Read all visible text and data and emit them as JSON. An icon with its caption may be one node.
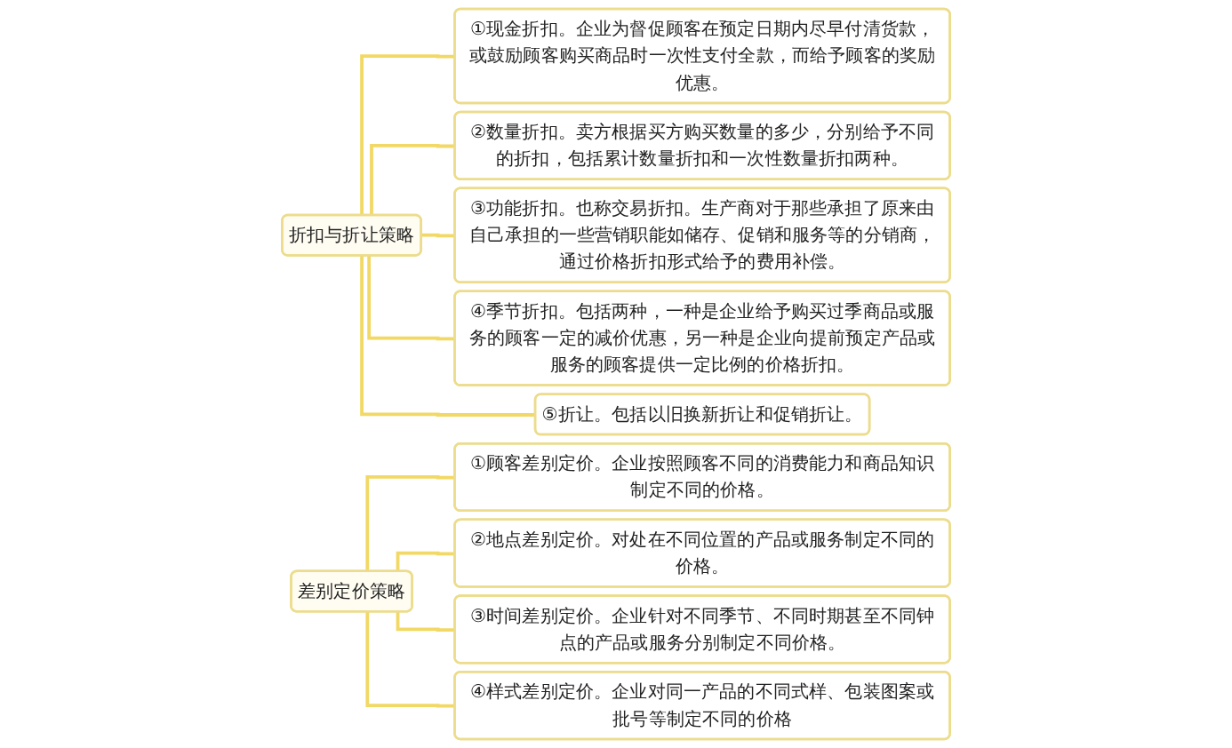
{
  "diagram": {
    "nodes": [
      {
        "text": [
          "折扣与折让策略"
        ]
      },
      {
        "text": [
          "①现金折扣。企业为督促顾客在预定日期内尽早付清货款，或鼓励顾客购买商品时一次性支付全款，而给予顾客的奖励优惠。"
        ]
      },
      {
        "text": [
          "②数量折扣。卖方根据买方购买数量的多少，分别给予不同的折扣，包括累计数量折扣和一次性数量折扣两种。"
        ]
      },
      {
        "text": [
          "③功能折扣。也称交易折扣。生产商对于那些承担了原来由自己承担的一些营销职能如储存、促销和服务等的分销商，通过价格折扣形式给予的费用补偿。"
        ]
      },
      {
        "text": [
          "④季节折扣。包括两种，一种是企业给予购买过季商品或服务的顾客一定的减价优惠，另一种是企业向提前预定产品或服务的顾客提供一定比例的价格折扣。"
        ]
      },
      {
        "text": [
          "⑤折让。包括以旧换新折让和促销折让。"
        ]
      },
      {
        "text": [
          "差别定价策略"
        ]
      },
      {
        "text": [
          "①顾客差别定价。企业按照顾客不同的消费能力和商品知识制定不同的价格。"
        ]
      },
      {
        "text": [
          "②地点差别定价。对处在不同位置的产品或服务制定不同的价格。"
        ]
      },
      {
        "text": [
          "③时间差别定价。企业针对不同季节、不同时期甚至不同钟点的产品或服务分别制定不同价格。"
        ]
      },
      {
        "text": [
          "④样式差别定价。企业对同一产品的不同式样、包装图案或批号等制定不同的价格"
        ]
      }
    ],
    "edges": [
      {
        "from": 0,
        "to": 1,
        "arrow": "none"
      },
      {
        "from": 0,
        "to": 2,
        "arrow": "none"
      },
      {
        "from": 0,
        "to": 3,
        "arrow": "none"
      },
      {
        "from": 0,
        "to": 4,
        "arrow": "none"
      },
      {
        "from": 0,
        "to": 5,
        "arrow": "none"
      },
      {
        "from": 6,
        "to": 7,
        "arrow": "none"
      },
      {
        "from": 6,
        "to": 8,
        "arrow": "none"
      },
      {
        "from": 6,
        "to": 9,
        "arrow": "none"
      },
      {
        "from": 6,
        "to": 10,
        "arrow": "none"
      }
    ]
  }
}
